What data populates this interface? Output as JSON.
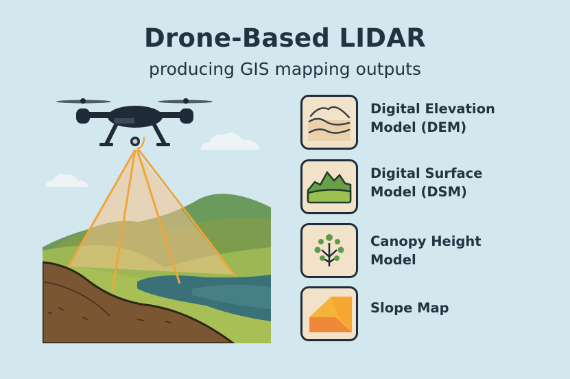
{
  "header": {
    "title": "Drone-Based LIDAR",
    "subtitle": "producing GIS mapping outputs"
  },
  "outputs": [
    {
      "icon": "elevation-contour-icon",
      "line1": "Digital Elevation",
      "line2": "Model (DEM)"
    },
    {
      "icon": "surface-hills-icon",
      "line1": "Digital Surface",
      "line2": "Model (DSM)"
    },
    {
      "icon": "tree-canopy-icon",
      "line1": "Canopy Height",
      "line2": "Model"
    },
    {
      "icon": "slope-map-icon",
      "line1": "Slope Map",
      "line2": ""
    }
  ],
  "colors": {
    "background": "#d3e7ee",
    "text": "#1f3341",
    "laser": "#f0a53c",
    "card": "#f2e2c9"
  }
}
